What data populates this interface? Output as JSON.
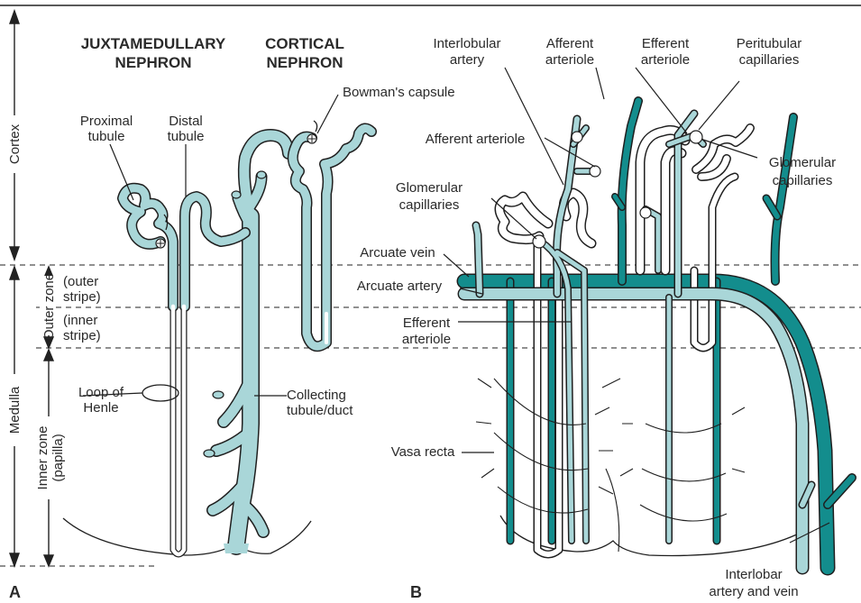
{
  "panels": {
    "a": "A",
    "b": "B"
  },
  "headers": {
    "juxtamedullary": [
      "JUXTAMEDULLARY",
      "NEPHRON"
    ],
    "cortical": [
      "CORTICAL",
      "NEPHRON"
    ]
  },
  "side_labels": {
    "cortex": "Cortex",
    "medulla": "Medulla",
    "outer_zone": "Outer zone",
    "inner_zone": [
      "Inner zone",
      "(papilla)"
    ]
  },
  "panel_a": {
    "bowmans_capsule": "Bowman's capsule",
    "proximal_tubule": [
      "Proximal",
      "tubule"
    ],
    "distal_tubule": [
      "Distal",
      "tubule"
    ],
    "outer_stripe": [
      "(outer",
      "stripe)"
    ],
    "inner_stripe": [
      "(inner",
      "stripe)"
    ],
    "loop_of_henle": [
      "Loop of",
      "Henle"
    ],
    "collecting_duct": [
      "Collecting",
      "tubule/duct"
    ]
  },
  "panel_b": {
    "interlobular_artery": [
      "Interlobular",
      "artery"
    ],
    "afferent_arteriole_top": [
      "Afferent",
      "arteriole"
    ],
    "efferent_arteriole_top": [
      "Efferent",
      "arteriole"
    ],
    "peritubular_capillaries": [
      "Peritubular",
      "capillaries"
    ],
    "afferent_arteriole_mid": "Afferent arteriole",
    "glomerular_capillaries_right": [
      "Glomerular",
      "capillaries"
    ],
    "glomerular_capillaries_left": [
      "Glomerular",
      "capillaries"
    ],
    "arcuate_vein": "Arcuate vein",
    "arcuate_artery": "Arcuate artery",
    "efferent_arteriole_mid": [
      "Efferent",
      "arteriole"
    ],
    "vasa_recta": "Vasa recta",
    "interlobar": [
      "Interlobar",
      "artery and vein"
    ]
  },
  "colors": {
    "tubule_fill": "#a9d6d8",
    "vein": "#138d8d",
    "outline": "#1f1f1f"
  }
}
